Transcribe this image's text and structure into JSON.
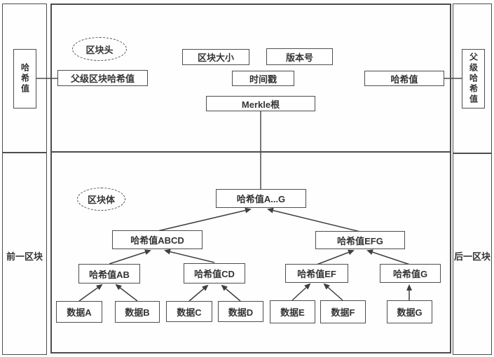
{
  "colors": {
    "line": "#4d4d4d",
    "text": "#333333",
    "background": "#ffffff"
  },
  "columns": {
    "left_hash": "哈希值",
    "prev_block": "前一区块",
    "right_parent_hash": "父级哈希值",
    "next_block": "后一区块"
  },
  "header": {
    "section_label": "区块头",
    "parent_block_hash": "父级区块哈希值",
    "block_size": "区块大小",
    "version": "版本号",
    "timestamp": "时间戳",
    "hash": "哈希值",
    "merkle_root": "Merkle根"
  },
  "body": {
    "section_label": "区块体",
    "tree": {
      "root": "哈希值A...G",
      "level2": [
        "哈希值ABCD",
        "哈希值EFG"
      ],
      "level3": [
        "哈希值AB",
        "哈希值CD",
        "哈希值EF",
        "哈希值G"
      ],
      "leaves": [
        "数据A",
        "数据B",
        "数据C",
        "数据D",
        "数据E",
        "数据F",
        "数据G"
      ]
    }
  }
}
